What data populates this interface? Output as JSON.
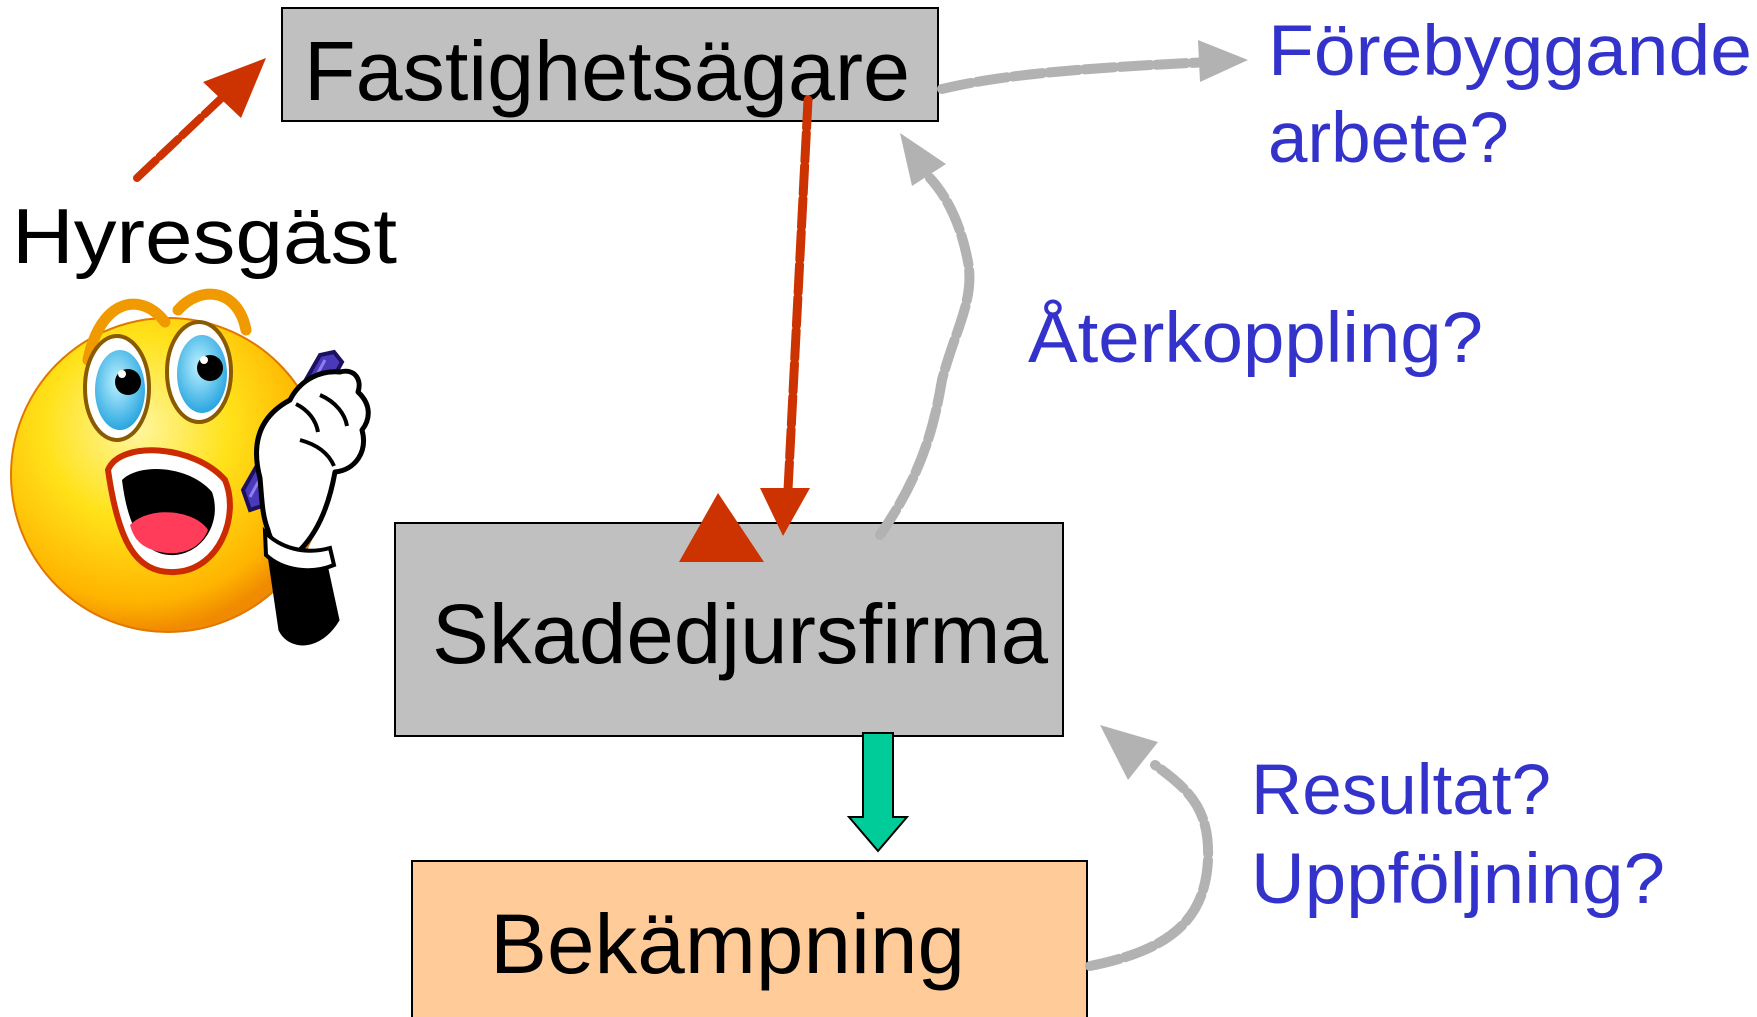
{
  "nodes": {
    "property_owner": {
      "label": "Fastighetsägare"
    },
    "pest_company": {
      "label": "Skadedjursfirma"
    },
    "treatment": {
      "label": "Bekämpning"
    },
    "tenant": {
      "label": "Hyresgäst"
    }
  },
  "notes": {
    "preventive_line1": "Förebyggande",
    "preventive_line2": "arbete?",
    "feedback": "Återkoppling?",
    "result": "Resultat?",
    "followup": "Uppföljning?"
  },
  "colors": {
    "box_gray": "#c0c0c0",
    "box_orange": "#ffcc99",
    "red_arrow": "#cc3300",
    "gray_arrow": "#b2b2b2",
    "green_arrow": "#00cc99",
    "note_text": "#3333cc",
    "face_yellow": "#ffd200"
  },
  "icons": {
    "tenant_figure": "worried-face-phone-icon"
  }
}
